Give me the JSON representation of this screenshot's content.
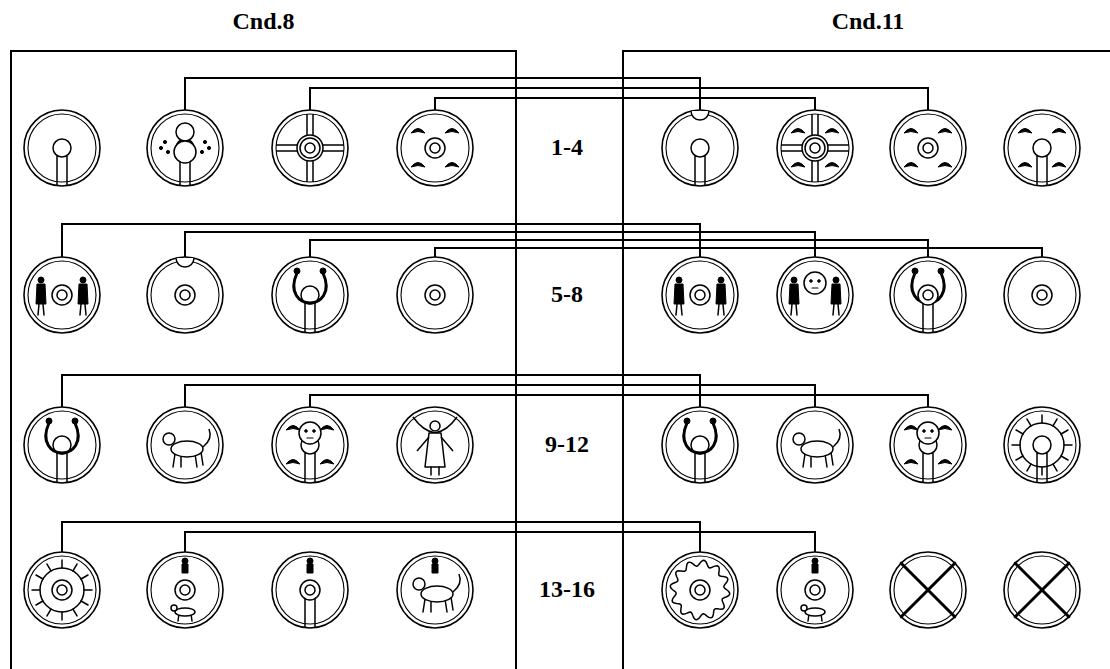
{
  "diagram": {
    "nodes": [
      {
        "text": [
          "Cnd.8"
        ]
      },
      {
        "text": [],
        "in": 0
      },
      {
        "text": [],
        "in": 0
      },
      {
        "text": [],
        "in": 0
      },
      {
        "text": [],
        "in": 0
      },
      {
        "text": [],
        "in": 0
      },
      {
        "text": [],
        "in": 0
      },
      {
        "text": [],
        "in": 0
      },
      {
        "text": [],
        "in": 0
      },
      {
        "text": [],
        "in": 0
      },
      {
        "text": [],
        "in": 0
      },
      {
        "text": [],
        "in": 0
      },
      {
        "text": [],
        "in": 0
      },
      {
        "text": [],
        "in": 0
      },
      {
        "text": [],
        "in": 0
      },
      {
        "text": [],
        "in": 0
      },
      {
        "text": [],
        "in": 0
      },
      {
        "text": [
          "Cnd.11"
        ]
      },
      {
        "text": [],
        "in": 17
      },
      {
        "text": [],
        "in": 17
      },
      {
        "text": [],
        "in": 17
      },
      {
        "text": [],
        "in": 17
      },
      {
        "text": [],
        "in": 17
      },
      {
        "text": [],
        "in": 17
      },
      {
        "text": [],
        "in": 17
      },
      {
        "text": [],
        "in": 17
      },
      {
        "text": [],
        "in": 17
      },
      {
        "text": [],
        "in": 17
      },
      {
        "text": [],
        "in": 17
      },
      {
        "text": [],
        "in": 17
      },
      {
        "text": [],
        "in": 17
      },
      {
        "text": [],
        "in": 17
      },
      {
        "text": [],
        "in": 17
      },
      {
        "text": [],
        "in": 17
      }
    ],
    "edges": [
      {
        "from": 2,
        "to": 18,
        "arrow": "none"
      },
      {
        "from": 3,
        "to": 20,
        "arrow": "none"
      },
      {
        "from": 4,
        "to": 19,
        "arrow": "none"
      },
      {
        "from": 5,
        "to": 22,
        "arrow": "none"
      },
      {
        "from": 6,
        "to": 23,
        "arrow": "none"
      },
      {
        "from": 7,
        "to": 24,
        "arrow": "none"
      },
      {
        "from": 8,
        "to": 25,
        "arrow": "none"
      },
      {
        "from": 9,
        "to": 26,
        "arrow": "none"
      },
      {
        "from": 10,
        "to": 27,
        "arrow": "none"
      },
      {
        "from": 11,
        "to": 28,
        "arrow": "none"
      },
      {
        "from": 13,
        "to": 30,
        "arrow": "none"
      },
      {
        "from": 14,
        "to": 31,
        "arrow": "none"
      }
    ],
    "labels": [
      "1-4",
      "5-8",
      "9-12",
      "13-16"
    ]
  }
}
